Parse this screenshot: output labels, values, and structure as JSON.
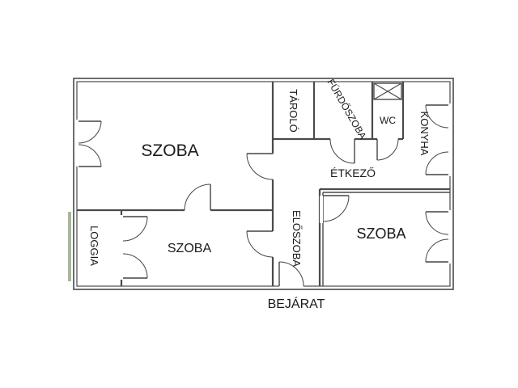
{
  "rooms": {
    "szoba_large": "SZOBA",
    "szoba_middle": "SZOBA",
    "szoba_right": "SZOBA",
    "loggia": "LOGGIA",
    "tarolo": "TÁROLÓ",
    "furdoszoba": "FÜRDŐSZOBA",
    "wc": "WC",
    "konyha": "KONYHA",
    "etkezo": "ÉTKEZŐ",
    "eloszoba": "ELŐSZOBA"
  },
  "entrance": "BEJÁRAT",
  "colors": {
    "wall": "#4a4a4a",
    "wall_fill": "#e6e6e6",
    "loggia_edge": "#a8b5a0"
  }
}
